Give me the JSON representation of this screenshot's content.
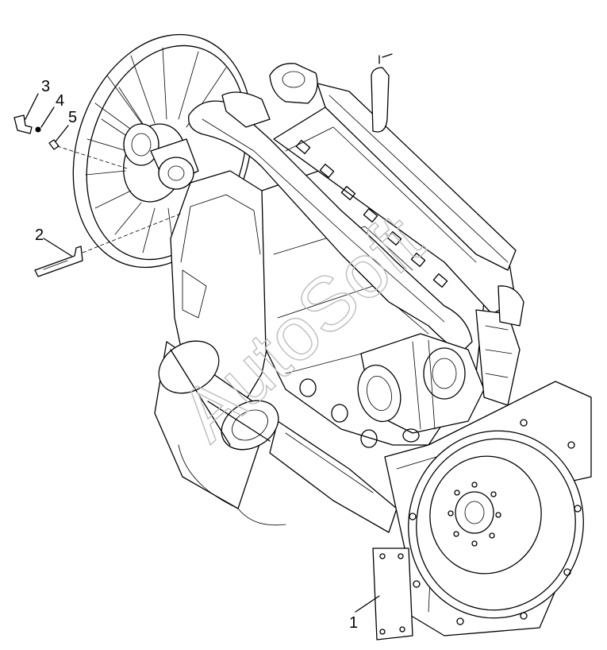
{
  "callouts": [
    {
      "id": "1",
      "text": "1"
    },
    {
      "id": "2",
      "text": "2"
    },
    {
      "id": "3",
      "text": "3"
    },
    {
      "id": "4",
      "text": "4"
    },
    {
      "id": "5",
      "text": "5"
    }
  ],
  "watermark": {
    "text": "AutoSoft",
    "color": "#bdbdbd"
  },
  "colors": {
    "line": "#000000",
    "background": "#ffffff"
  }
}
